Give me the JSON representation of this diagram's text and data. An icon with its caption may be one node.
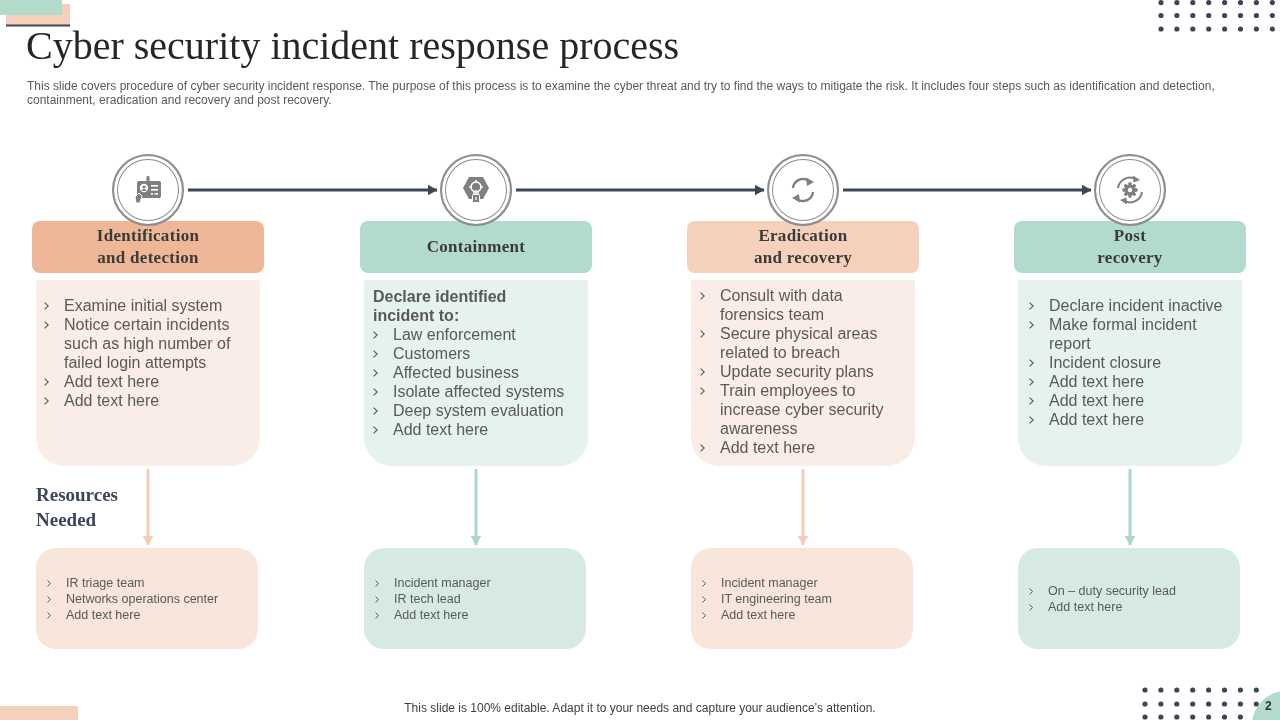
{
  "diagram": {
    "title": "Cyber security incident response process",
    "nodes": [
      {
        "text": [],
        "shape": "circle"
      },
      {
        "text": [],
        "shape": "circle"
      },
      {
        "text": [],
        "shape": "circle"
      },
      {
        "text": [],
        "shape": "circle"
      },
      {
        "text": [
          "Identification and detection"
        ]
      },
      {
        "text": [
          "Containment"
        ]
      },
      {
        "text": [
          "Eradication and recovery"
        ]
      },
      {
        "text": [
          "Post recovery"
        ]
      },
      {
        "text": [
          "Examine initial system",
          "Notice certain incidents such as high number of failed login attempts",
          "Add text here",
          "Add text here"
        ]
      },
      {
        "text": [
          "Declare identified incident to:",
          "Law enforcement",
          "Customers",
          "Affected business",
          "Isolate affected systems",
          "Deep system evaluation",
          "Add text here"
        ]
      },
      {
        "text": [
          "Consult with data forensics team",
          "Secure physical areas related to breach",
          "Update security plans",
          "Train employees to increase cyber security awareness",
          "Add text here"
        ]
      },
      {
        "text": [
          "Declare incident inactive",
          "Make formal incident report",
          "Incident closure",
          "Add text here",
          "Add text here",
          "Add text here"
        ]
      },
      {
        "text": [
          "IR triage team",
          "Networks operations center",
          "Add text here"
        ]
      },
      {
        "text": [
          "Incident manager",
          "IR tech lead",
          "Add text here"
        ]
      },
      {
        "text": [
          "Incident manager",
          "IT engineering team",
          "Add text here"
        ]
      },
      {
        "text": [
          "On – duty security lead",
          "Add text here"
        ]
      }
    ],
    "edges": [
      {
        "from": 0,
        "to": 1,
        "arrow": "to"
      },
      {
        "from": 1,
        "to": 2,
        "arrow": "to"
      },
      {
        "from": 2,
        "to": 3,
        "arrow": "to"
      },
      {
        "from": 8,
        "to": 12,
        "arrow": "to",
        "color": "#f5cdb5"
      },
      {
        "from": 9,
        "to": 13,
        "arrow": "to",
        "color": "#acd6c6"
      },
      {
        "from": 10,
        "to": 14,
        "arrow": "to",
        "color": "#f5cdb5"
      },
      {
        "from": 11,
        "to": 15,
        "arrow": "to",
        "color": "#acd6c6"
      }
    ],
    "labels": [
      "This slide covers procedure of cyber security incident response. The purpose of this process is to examine the cyber threat and try to find the ways to mitigate the risk. It includes four steps such as identification and detection, containment, eradication and recovery and post recovery.",
      "Resources Needed",
      "This slide is 100% editable. Adapt it to your needs and capture your audience’s attention.",
      "2"
    ]
  }
}
